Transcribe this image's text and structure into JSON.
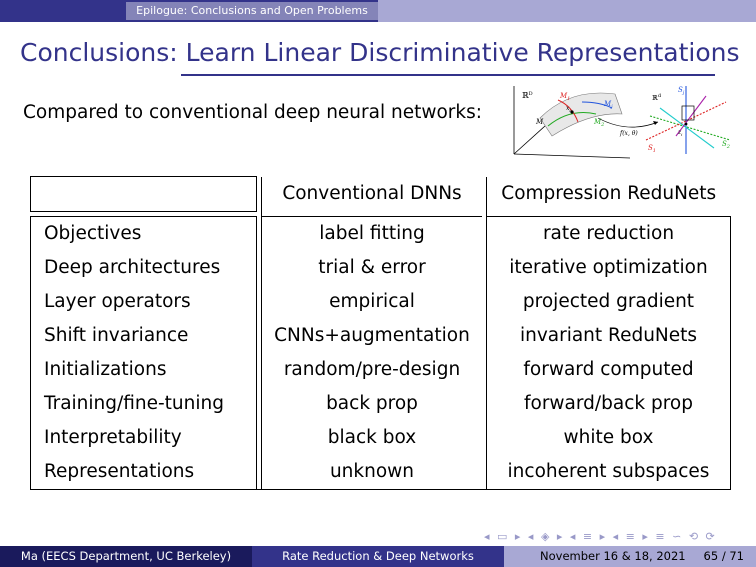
{
  "topbar": {
    "section": "Epilogue: Conclusions and Open Problems"
  },
  "slide": {
    "title_prefix": "Conclusions:",
    "title_main": "Learn Linear Discriminative Representations",
    "subtitle": "Compared to conventional deep neural networks:"
  },
  "diagram": {
    "label_RD": "ℝ",
    "label_RD_sup": "D",
    "label_Rd": "ℝ",
    "label_Rd_sup": "d",
    "label_M": "M",
    "label_M1": "M",
    "label_M1_sub": "1",
    "label_M2": "M",
    "label_M2_sub": "2",
    "label_M3": "M",
    "label_M3_sub": "j",
    "label_xi": "x",
    "label_xi_sub": "i",
    "label_f": "f(x, θ)",
    "label_zi": "z",
    "label_zi_sub": "i",
    "label_S1": "S",
    "label_S1_sub": "1",
    "label_S2": "S",
    "label_S2_sub": "2",
    "label_Sj": "S",
    "label_Sj_sub": "j",
    "colors": {
      "green": "#22aa22",
      "red": "#dd2222",
      "blue": "#2255dd",
      "cyan": "#22cccc",
      "purple": "#aa22aa"
    }
  },
  "table": {
    "headers": [
      "",
      "Conventional DNNs",
      "Compression ReduNets"
    ],
    "rows": [
      [
        "Objectives",
        "label fitting",
        "rate reduction"
      ],
      [
        "Deep architectures",
        "trial & error",
        "iterative optimization"
      ],
      [
        "Layer operators",
        "empirical",
        "projected gradient"
      ],
      [
        "Shift invariance",
        "CNNs+augmentation",
        "invariant ReduNets"
      ],
      [
        "Initializations",
        "random/pre-design",
        "forward computed"
      ],
      [
        "Training/fine-tuning",
        "back prop",
        "forward/back prop"
      ],
      [
        "Interpretability",
        "black box",
        "white box"
      ],
      [
        "Representations",
        "unknown",
        "incoherent subspaces"
      ]
    ]
  },
  "footer": {
    "author": "Ma  (EECS Department, UC Berkeley)",
    "talk": "Rate Reduction & Deep Networks",
    "date": "November 16 & 18, 2021",
    "page": "65 / 71"
  },
  "nav": {
    "symbols": "◂ ▭ ▸ ◂ ◈ ▸ ◂ ≡ ▸ ◂ ≡ ▸ ≡ ∽ ⟲ ⟳"
  }
}
